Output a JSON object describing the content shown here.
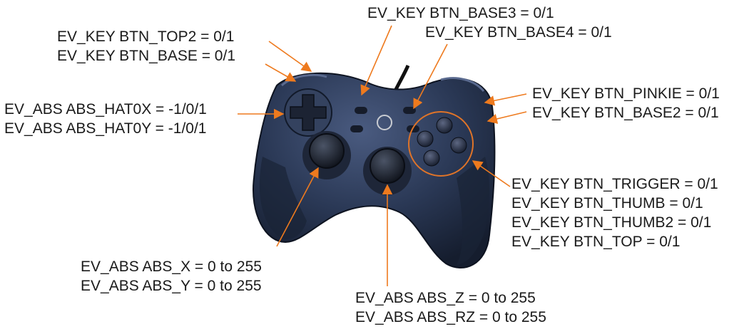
{
  "colors": {
    "arrow": "#ee7a1e",
    "body": "#243049",
    "body_highlight": "#4a5b80",
    "grip": "#1a2336",
    "stick": "#1c2231",
    "circle_outline": "#e07428",
    "logo": "#c9ccd2"
  },
  "labels": {
    "top2": "EV_KEY BTN_TOP2 = 0/1",
    "base": "EV_KEY BTN_BASE = 0/1",
    "base3": "EV_KEY BTN_BASE3 = 0/1",
    "base4": "EV_KEY BTN_BASE4 = 0/1",
    "hat0x": "EV_ABS ABS_HAT0X = -1/0/1",
    "hat0y": "EV_ABS ABS_HAT0Y = -1/0/1",
    "pinkie": "EV_KEY BTN_PINKIE = 0/1",
    "base2": "EV_KEY BTN_BASE2 = 0/1",
    "trigger": "EV_KEY BTN_TRIGGER = 0/1",
    "thumb": "EV_KEY BTN_THUMB = 0/1",
    "thumb2": "EV_KEY BTN_THUMB2 = 0/1",
    "top": "EV_KEY BTN_TOP = 0/1",
    "abs_x": "EV_ABS ABS_X = 0 to 255",
    "abs_y": "EV_ABS ABS_Y = 0 to 255",
    "abs_z": "EV_ABS ABS_Z = 0 to 255",
    "abs_rz": "EV_ABS ABS_RZ = 0 to 255"
  },
  "icons": {
    "controller": "gamepad-icon",
    "logo": "logitech-logo-icon"
  }
}
